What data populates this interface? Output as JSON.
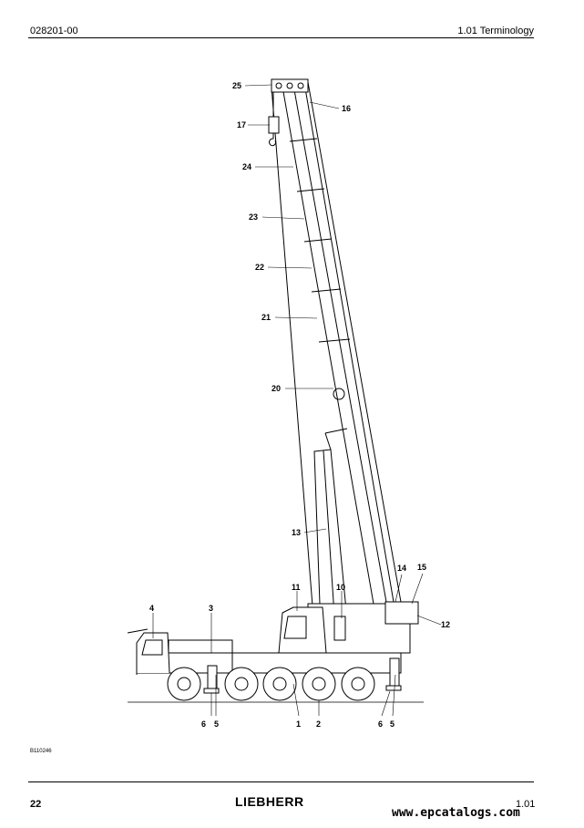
{
  "header": {
    "doc_number": "028201-00",
    "section_title": "1.01 Terminology"
  },
  "figure": {
    "code": "B110246",
    "callouts": {
      "c1": "1",
      "c2": "2",
      "c3": "3",
      "c4": "4",
      "c5a": "5",
      "c5b": "5",
      "c6a": "6",
      "c6b": "6",
      "c10": "10",
      "c11": "11",
      "c12": "12",
      "c13": "13",
      "c14": "14",
      "c15": "15",
      "c16": "16",
      "c17": "17",
      "c20": "20",
      "c21": "21",
      "c22": "22",
      "c23": "23",
      "c24": "24",
      "c25": "25"
    }
  },
  "footer": {
    "page_number": "22",
    "brand": "LIEBHERR",
    "revision": "1.01",
    "watermark": "www.epcatalogs.com"
  }
}
